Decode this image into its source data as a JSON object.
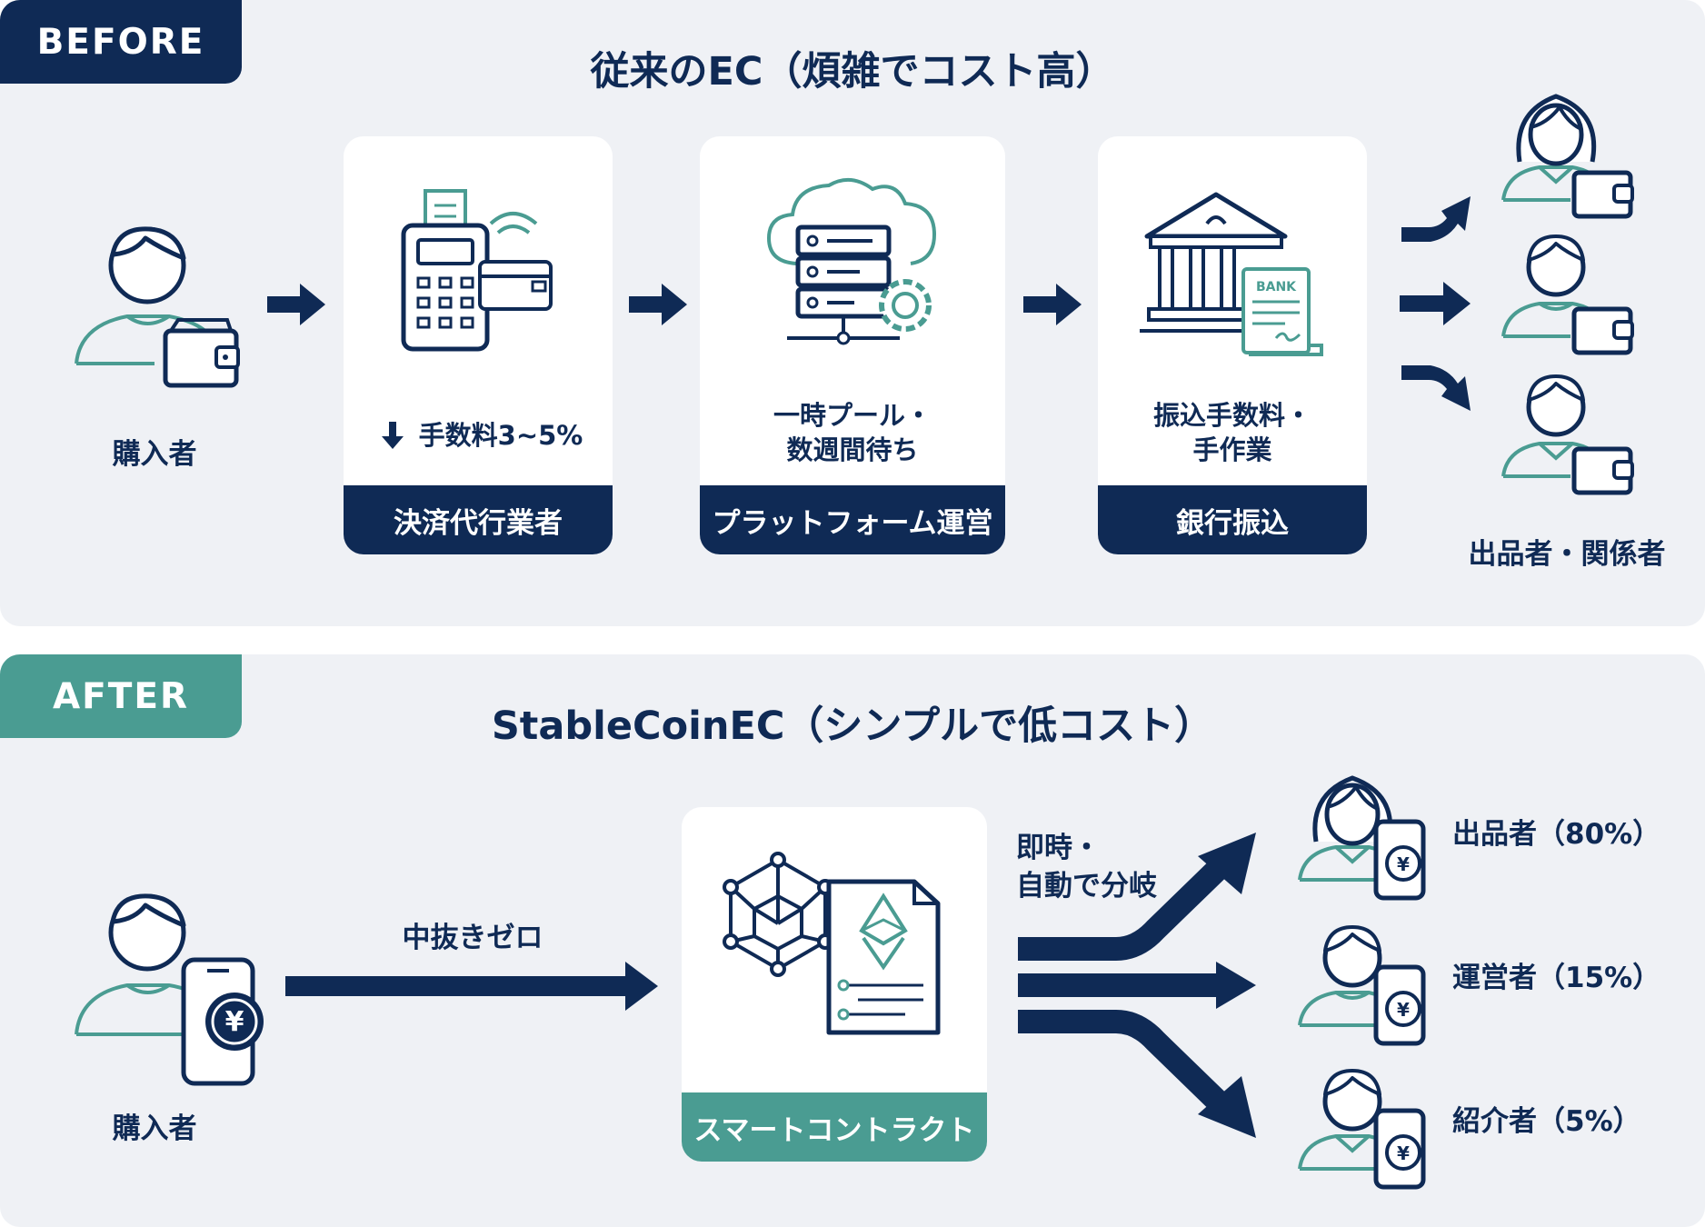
{
  "before": {
    "tag": "BEFORE",
    "title": "従来のEC（煩雑でコスト高）",
    "buyer_label": "購入者",
    "cards": [
      {
        "desc_lines": [
          "手数料3~5%"
        ],
        "footer": "決済代行業者"
      },
      {
        "desc_lines": [
          "一時プール・",
          "数週間待ち"
        ],
        "footer": "プラットフォーム運営"
      },
      {
        "desc_lines": [
          "振込手数料・",
          "手作業"
        ],
        "footer": "銀行振込"
      }
    ],
    "bank_sign": "BANK",
    "recipients_label": "出品者・関係者"
  },
  "after": {
    "tag": "AFTER",
    "title": "StableCoinEC（シンプルで低コスト）",
    "buyer_label": "購入者",
    "arrow_label": "中抜きゼロ",
    "card_footer": "スマートコントラクト",
    "branch_label_lines": [
      "即時・",
      "自動で分岐"
    ],
    "recipients": [
      {
        "label": "出品者（80%）"
      },
      {
        "label": "運営者（15%）"
      },
      {
        "label": "紹介者（5%）"
      }
    ]
  },
  "colors": {
    "navy": "#0f2a55",
    "teal": "#4a9c92",
    "panel_bg": "#eff1f5"
  }
}
